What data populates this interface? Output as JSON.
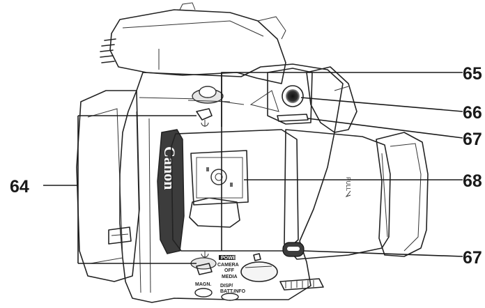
{
  "callouts": {
    "c64": "64",
    "c65": "65",
    "c66": "66",
    "c67_top": "67",
    "c68": "68",
    "c67_bottom": "67"
  },
  "camera_markings": {
    "brand": "Canon",
    "power": "POWER",
    "camera": "CAMERA",
    "off": "OFF",
    "media": "MEDIA",
    "magn": "MAGN.",
    "disp": "DISP/",
    "batt_info": "BATT.INFO",
    "pull": "PULL"
  },
  "colors": {
    "line": "#222222",
    "label": "#1a1a1a",
    "shade_dark": "#3c3c3c",
    "shade_mid": "#bdbdbd",
    "shade_light": "#e6e6e6"
  }
}
